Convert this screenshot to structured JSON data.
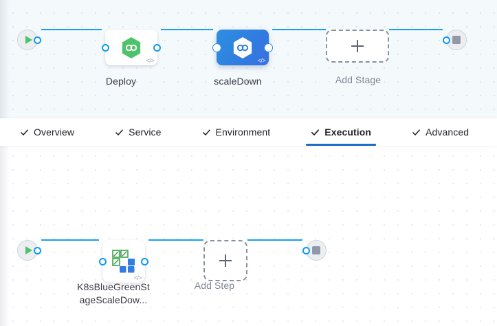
{
  "theme": {
    "accent_blue": "#1b6cc6",
    "link_blue": "#19a0f0",
    "selected_node_blue": "#2f7ee0",
    "green": "#4dc36a",
    "canvas_top_bg": "#f4f9fc",
    "canvas_bottom_bg": "#ffffff",
    "label_color": "#383946",
    "muted_color": "#7d8694"
  },
  "tabs": [
    {
      "label": "Overview",
      "icon": "check-icon",
      "active": false
    },
    {
      "label": "Service",
      "icon": "check-icon",
      "active": false
    },
    {
      "label": "Environment",
      "icon": "check-icon",
      "active": false
    },
    {
      "label": "Execution",
      "icon": "check-icon",
      "active": true
    },
    {
      "label": "Advanced",
      "icon": "check-icon",
      "active": false
    }
  ],
  "stage_canvas": {
    "start_node": {
      "icon": "play-icon",
      "name": "pipeline-start"
    },
    "end_node": {
      "icon": "stop-icon",
      "name": "pipeline-end"
    },
    "stages": [
      {
        "label": "Deploy",
        "icon": "harness-hexagon-green-icon",
        "selected": false,
        "code_glyph": "</>"
      },
      {
        "label": "scaleDown",
        "icon": "harness-hexagon-white-icon",
        "selected": true,
        "code_glyph": "</>"
      }
    ],
    "add_stage": {
      "label": "Add Stage",
      "icon": "plus-icon"
    }
  },
  "step_canvas": {
    "start_node": {
      "icon": "play-icon",
      "name": "execution-start"
    },
    "end_node": {
      "icon": "stop-icon",
      "name": "execution-end"
    },
    "steps": [
      {
        "label": "K8sBlueGreenStageScaleDow...",
        "label_line1": "K8sBlueGreenSt",
        "label_line2": "ageScaleDow...",
        "icon": "kubernetes-scale-icon",
        "code_glyph": "</>"
      }
    ],
    "add_step": {
      "label": "Add Step",
      "icon": "plus-icon"
    }
  }
}
